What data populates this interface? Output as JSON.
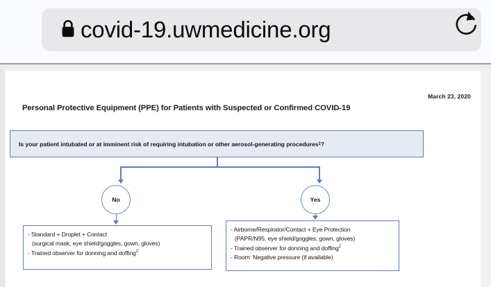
{
  "browser": {
    "url": "covid-19.uwmedicine.org",
    "lock_icon": "lock-icon",
    "reload_icon": "reload-icon"
  },
  "document": {
    "date": "March 23, 2020",
    "title": "Personal Protective Equipment (PPE) for Patients with Suspected or Confirmed COVID-19"
  },
  "flowchart": {
    "question": {
      "text_before_sup": "Is your patient intubated or at imminent risk of requiring intubation or other aerosol-generating procedures",
      "superscript": "1",
      "text_after_sup": "?"
    },
    "branches": {
      "no_label": "No",
      "yes_label": "Yes"
    },
    "no_outcome": {
      "line1": "- Standard + Droplet + Contact",
      "line2": "(surgical mask, eye shield/goggles, gown, gloves)",
      "line3_before_sup": "- Trained observer for donning and doffing",
      "line3_sup": "2"
    },
    "yes_outcome": {
      "line1": "- Airborne/Respirator/Contact + Eye Protection",
      "line2": "(PAPR/N95, eye shield/goggles, gown, gloves)",
      "line3_before_sup": "- Trained observer for donning and doffing",
      "line3_sup": "2",
      "line4": "- Room: Negative pressure (if available)"
    }
  },
  "colors": {
    "node_border": "#5b7cb8",
    "question_fill": "#e6eaf3",
    "chrome_bg": "#fafbfc",
    "urlbar_bg": "#e8e8ea"
  }
}
